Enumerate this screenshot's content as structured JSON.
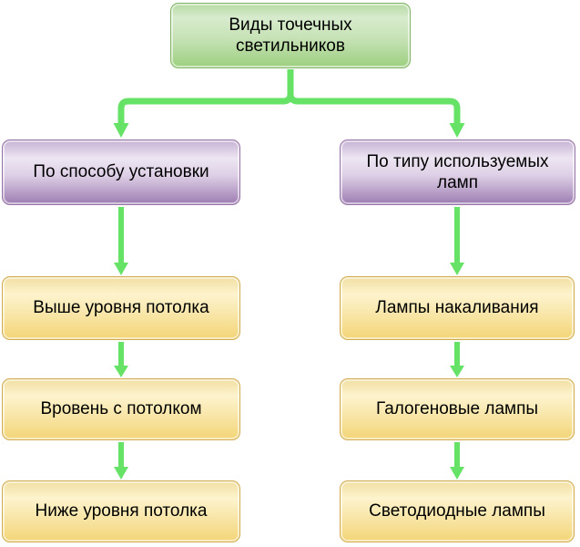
{
  "nodes": {
    "root": {
      "label": "Виды точечных\nсветильников"
    },
    "branch_left": {
      "label": "По способу установки"
    },
    "branch_right": {
      "label": "По типу используемых\nламп"
    },
    "left_children": [
      "Выше уровня потолка",
      "Вровень с потолком",
      "Ниже уровня потолка"
    ],
    "right_children": [
      "Лампы накаливания",
      "Галогеновые лампы",
      "Светодиодные лампы"
    ]
  },
  "colors": {
    "arrow-green": "#66e266",
    "green-stroke": "#82b366",
    "green-grad": "#9ccf7f",
    "purple-stroke": "#9673a6",
    "purple-grad": "#9d7cb1",
    "yellow-stroke": "#d0ab4f",
    "yellow-grad": "#f3d577",
    "text": "#000000"
  }
}
